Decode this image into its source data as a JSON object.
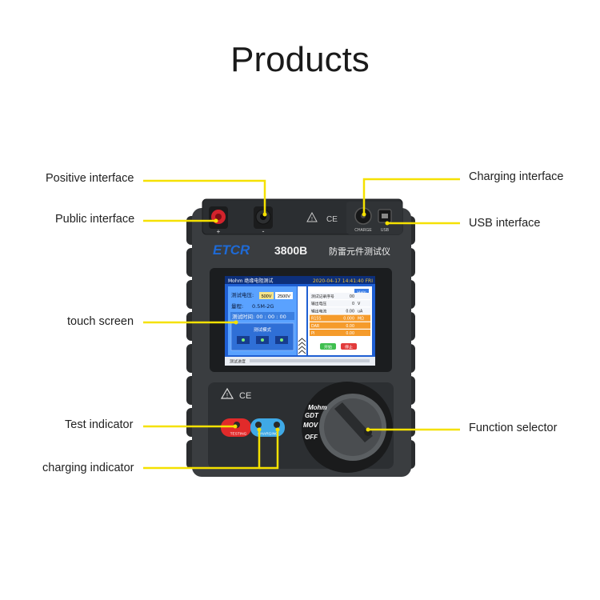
{
  "page": {
    "title": "Products"
  },
  "callouts": {
    "positive_interface": "Positive interface",
    "public_interface": "Public interface",
    "touch_screen": "touch screen",
    "test_indicator": "Test indicator",
    "charging_indicator": "charging indicator",
    "charging_interface": "Charging interface",
    "usb_interface": "USB interface",
    "function_selector": "Function selector"
  },
  "device": {
    "brand": "ETCR",
    "model": "3800B",
    "name_cn": "防雷元件测试仪",
    "plus_mark": "+",
    "minus_mark": "-",
    "charge_label": "CHARGE",
    "usb_label": "USB",
    "testing_label": "TESTING",
    "charging_label": "CHARGING",
    "ce_mark": "CE",
    "dial_positions": [
      "Mohm",
      "GDT",
      "MOV",
      "OFF"
    ]
  },
  "screen": {
    "header_left": "Mohm 绝缘电阻测试",
    "header_right": "2020-04-17 14:41:40 FRI",
    "test_voltage_label": "测试电压:",
    "voltage_opt_1": "500V",
    "voltage_opt_2": "2500V",
    "range_label": "量程:",
    "range_value": "0.5M-2G",
    "test_time": "测试时间: 00 : 00 : 00",
    "mode_label": "测试模式",
    "help_label": "Help",
    "rows": [
      {
        "label": "测试记录序号",
        "value": "00",
        "unit": ""
      },
      {
        "label": "输出电压",
        "value": "0",
        "unit": "V"
      },
      {
        "label": "输出电流",
        "value": "0.00",
        "unit": "uA"
      },
      {
        "label": "R15S",
        "value": "0.000",
        "unit": "MΩ"
      },
      {
        "label": "DAR",
        "value": "0.00",
        "unit": ""
      },
      {
        "label": "PI",
        "value": "0.00",
        "unit": ""
      }
    ],
    "start_button": "开始",
    "stop_button": "停止",
    "footer": "测试进度"
  },
  "colors": {
    "callout_line": "#f5e100",
    "device_body": "#3a3d40",
    "device_dark": "#26292b",
    "screen_blue": "#1f5fd3",
    "brand_blue": "#1e6ad6",
    "red_terminal": "#d3232c",
    "test_led_bg": "#e12a2a",
    "charge_led_bg": "#3fa9e6"
  }
}
